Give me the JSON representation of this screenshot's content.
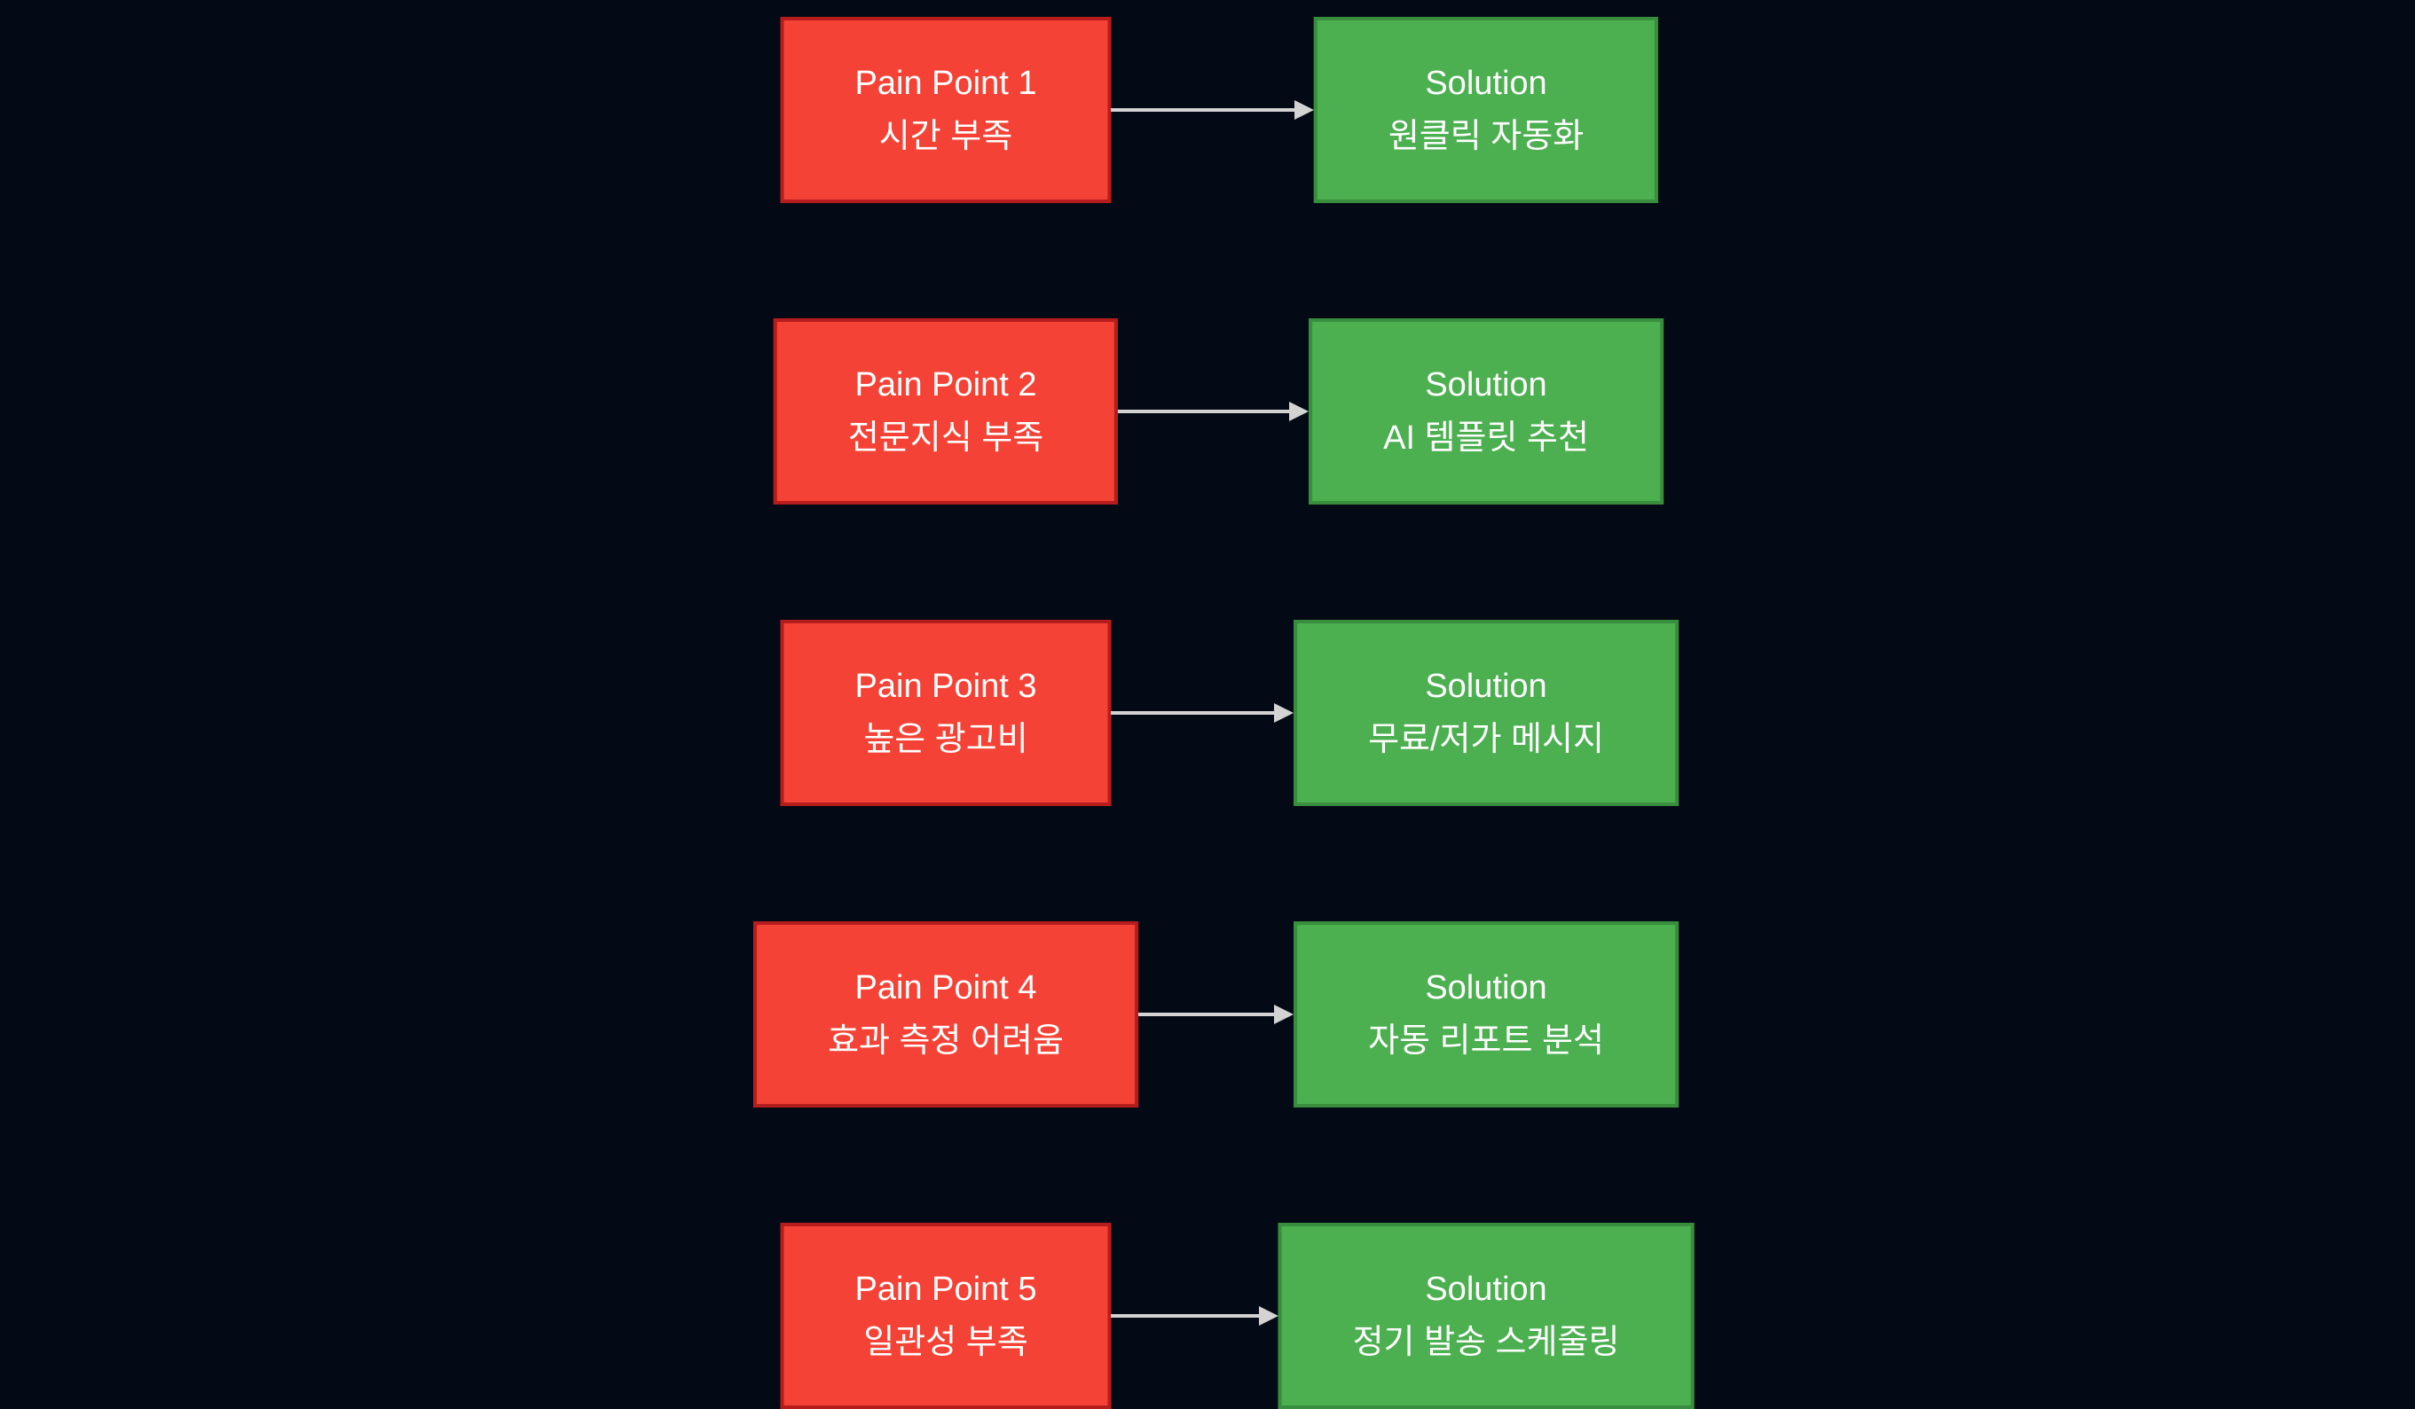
{
  "diagram": {
    "colors": {
      "background": "#040a15",
      "pain_fill": "#f44336",
      "pain_stroke": "#b71c1c",
      "solution_fill": "#4caf50",
      "solution_stroke": "#388e3c",
      "arrow": "#d3d3d3",
      "text": "#ffffff"
    },
    "rows": [
      {
        "pain_title": "Pain Point 1",
        "pain_detail": "시간 부족",
        "solution_title": "Solution",
        "solution_detail": "원클릭 자동화"
      },
      {
        "pain_title": "Pain Point 2",
        "pain_detail": "전문지식 부족",
        "solution_title": "Solution",
        "solution_detail": "AI 템플릿 추천"
      },
      {
        "pain_title": "Pain Point 3",
        "pain_detail": "높은 광고비",
        "solution_title": "Solution",
        "solution_detail": "무료/저가 메시지"
      },
      {
        "pain_title": "Pain Point 4",
        "pain_detail": "효과 측정 어려움",
        "solution_title": "Solution",
        "solution_detail": "자동 리포트 분석"
      },
      {
        "pain_title": "Pain Point 5",
        "pain_detail": "일관성 부족",
        "solution_title": "Solution",
        "solution_detail": "정기 발송 스케줄링"
      }
    ]
  }
}
